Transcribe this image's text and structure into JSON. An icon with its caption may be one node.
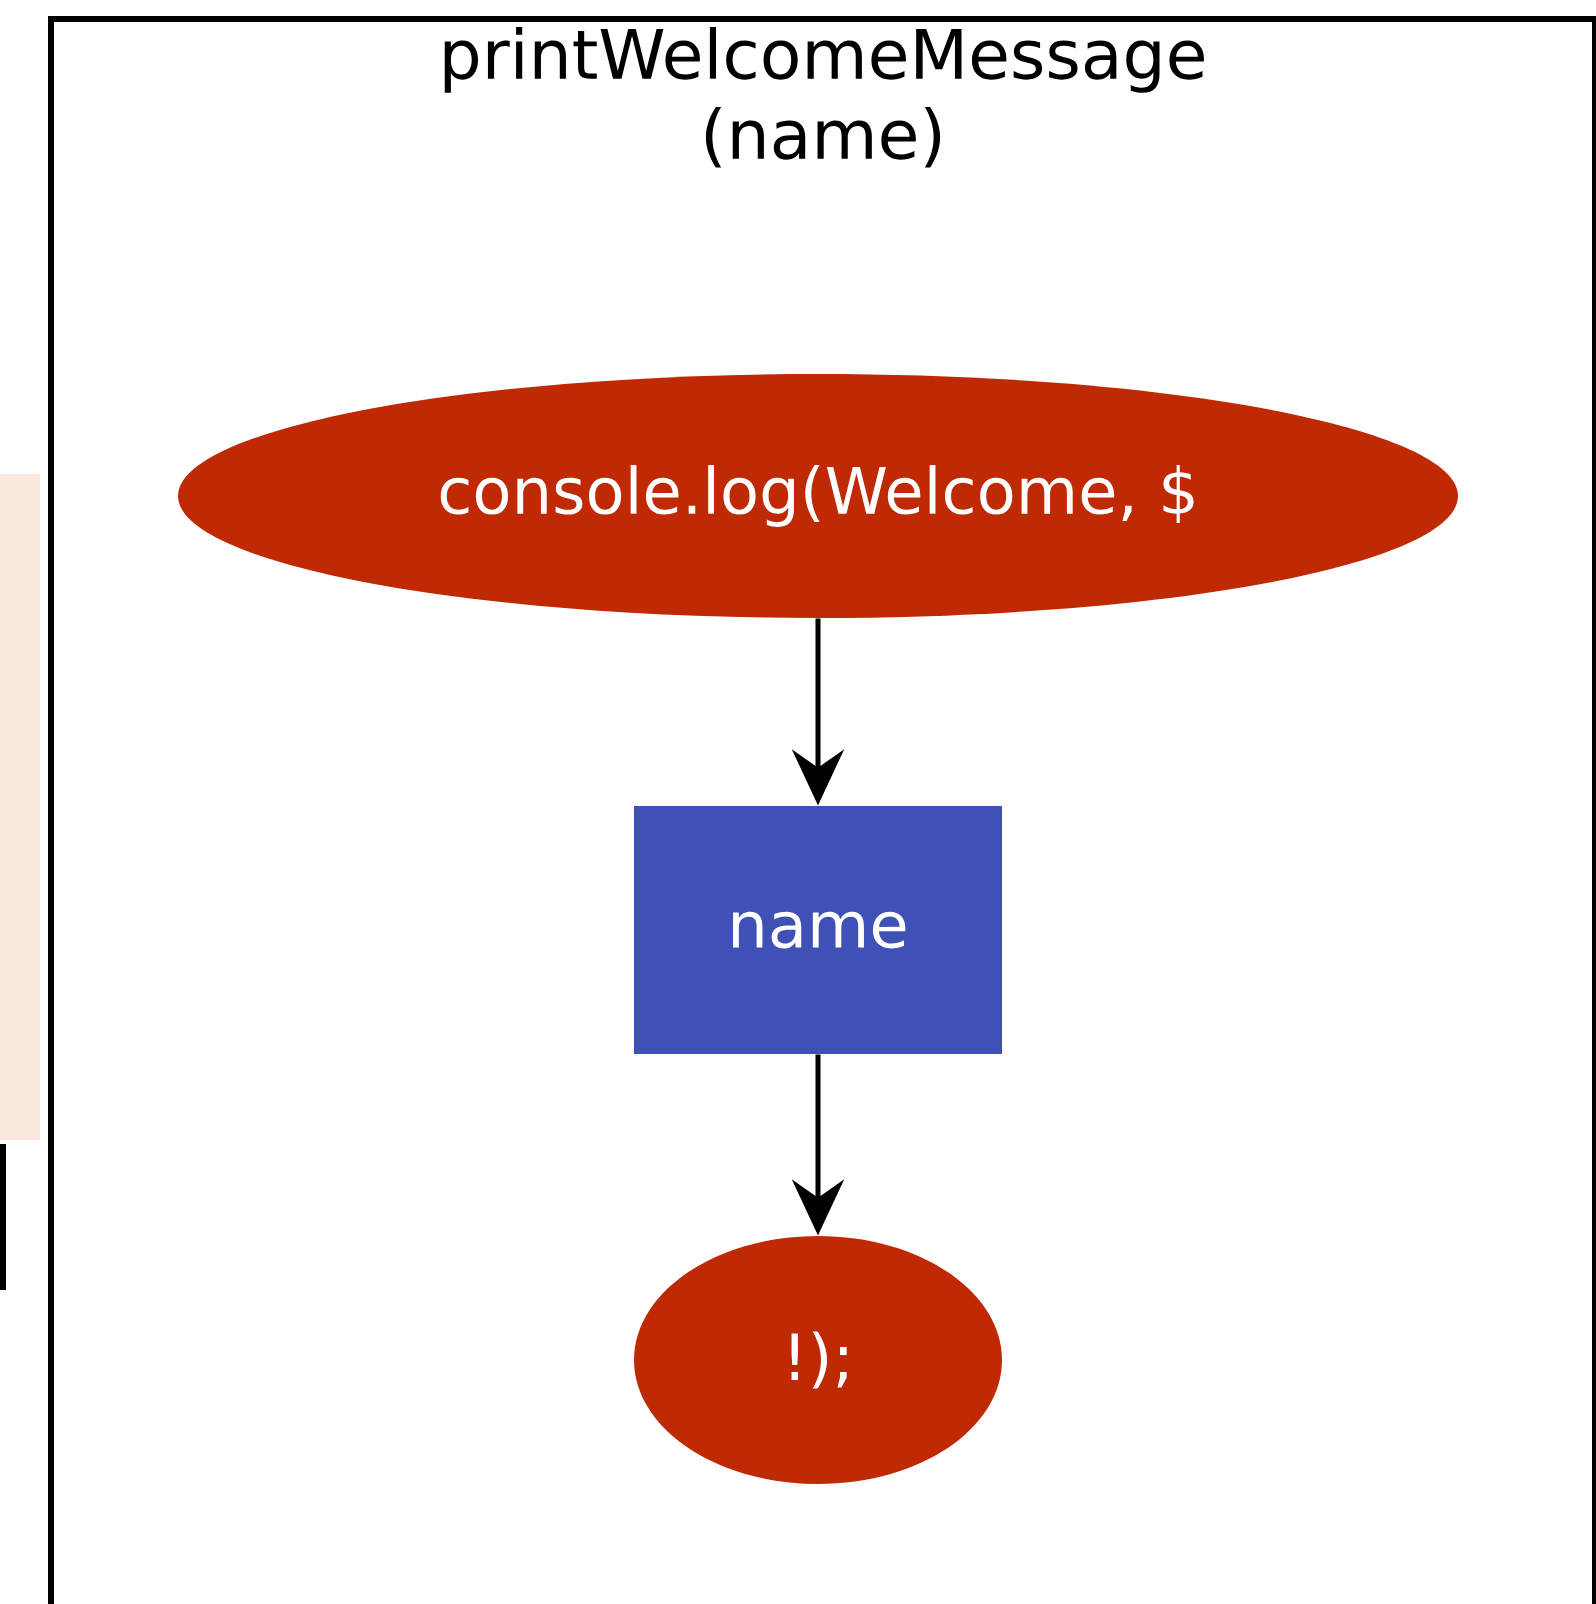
{
  "diagram": {
    "nodes": [
      {
        "text": [
          "printWelcomeMessage (name)"
        ]
      },
      {
        "text": [
          "console.log(Welcome, $"
        ],
        "in": 0
      },
      {
        "text": [
          "name"
        ],
        "in": 0
      },
      {
        "text": [
          "!);"
        ],
        "in": 0
      }
    ],
    "edges": [
      {
        "from": 1,
        "to": 2,
        "arrow": "to"
      },
      {
        "from": 2,
        "to": 3,
        "arrow": "to"
      }
    ]
  }
}
